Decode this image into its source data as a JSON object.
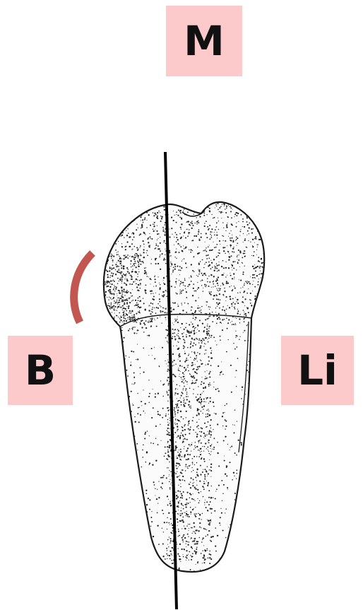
{
  "labels": {
    "mesial": "M",
    "buccal": "B",
    "lingual": "Li"
  },
  "colors": {
    "label_background": "#fccaca",
    "label_text": "#111111",
    "arc_marker": "#c25650",
    "axis_line": "#000000",
    "tooth_outline": "#1a1a1a",
    "stipple": "#222222"
  },
  "icons": {
    "tooth": "premolar-tooth-icon",
    "arc": "curvature-arc-icon"
  }
}
